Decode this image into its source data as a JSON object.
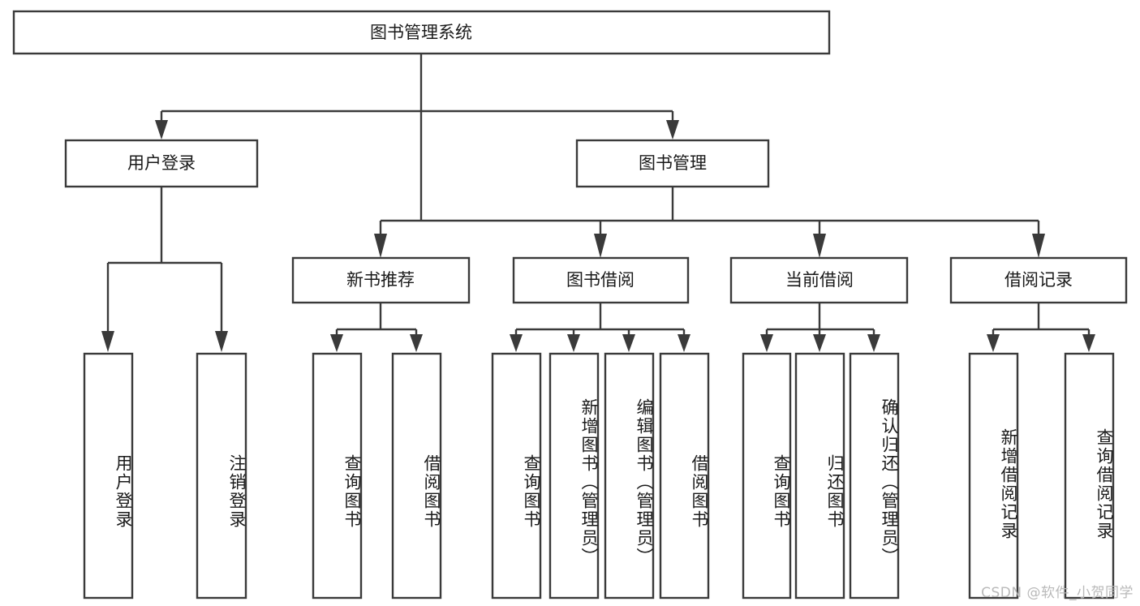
{
  "diagram": {
    "type": "tree-hierarchy-flowchart",
    "title": "图书管理系统",
    "orientation": "top-down",
    "colors": {
      "box_stroke": "#3a3a3a",
      "box_fill": "#ffffff",
      "text": "#1a1a1a",
      "connector": "#3a3a3a",
      "background": "#ffffff",
      "watermark": "#b9b9b9"
    },
    "levels": {
      "root": {
        "label": "图书管理系统"
      },
      "level2": [
        {
          "label": "用户登录"
        },
        {
          "label": "图书管理"
        }
      ],
      "level3": [
        {
          "label": "新书推荐"
        },
        {
          "label": "图书借阅"
        },
        {
          "label": "当前借阅"
        },
        {
          "label": "借阅记录"
        }
      ]
    },
    "leaves": {
      "user_login": [
        {
          "label": "用户登录"
        },
        {
          "label": "注销登录"
        }
      ],
      "new_book_recommend": [
        {
          "label": "查询图书"
        },
        {
          "label": "借阅图书"
        }
      ],
      "book_borrow": [
        {
          "label": "查询图书"
        },
        {
          "label": "新增图书（管理员）"
        },
        {
          "label": "编辑图书（管理员）"
        },
        {
          "label": "借阅图书"
        }
      ],
      "current_borrow": [
        {
          "label": "查询图书"
        },
        {
          "label": "归还图书"
        },
        {
          "label": "确认归还（管理员）"
        }
      ],
      "borrow_record": [
        {
          "label": "新增借阅记录"
        },
        {
          "label": "查询借阅记录"
        }
      ]
    }
  },
  "watermark": {
    "text": "CSDN @软件_小贺同学"
  }
}
